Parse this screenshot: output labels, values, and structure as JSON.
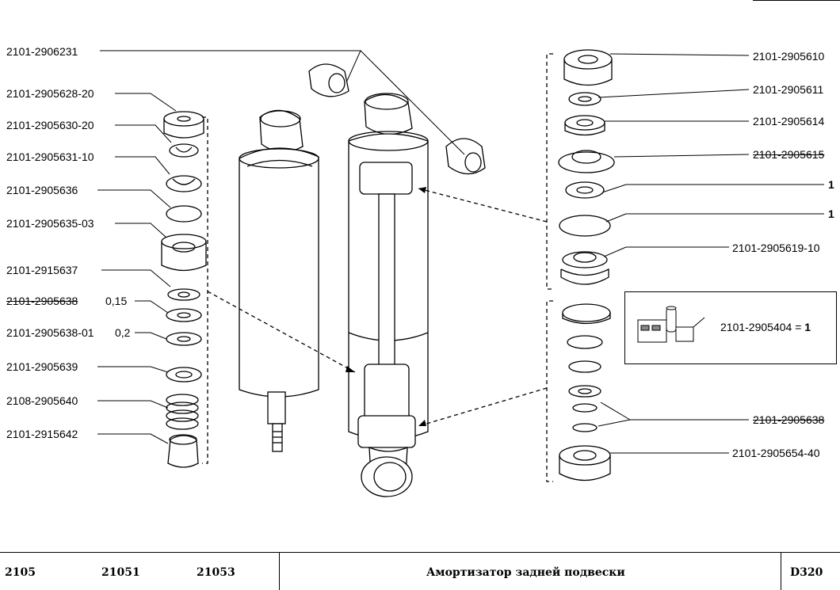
{
  "left_labels": [
    {
      "id": "l1",
      "text": "2101-2906231"
    },
    {
      "id": "l2",
      "text": "2101-2905628-20"
    },
    {
      "id": "l3",
      "text": "2101-2905630-20"
    },
    {
      "id": "l4",
      "text": "2101-2905631-10"
    },
    {
      "id": "l5",
      "text": "2101-2905636"
    },
    {
      "id": "l6",
      "text": "2101-2905635-03"
    },
    {
      "id": "l7",
      "text": "2101-2915637"
    },
    {
      "id": "l8",
      "text": "2101-2905638",
      "note": "0,15"
    },
    {
      "id": "l9",
      "text": "2101-2905638-01",
      "note": "0,2"
    },
    {
      "id": "l10",
      "text": "2101-2905639"
    },
    {
      "id": "l11",
      "text": "2108-2905640"
    },
    {
      "id": "l12",
      "text": "2101-2915642"
    }
  ],
  "right_labels": [
    {
      "id": "r1",
      "text": "2101-2905610"
    },
    {
      "id": "r2",
      "text": "2101-2905611"
    },
    {
      "id": "r3",
      "text": "2101-2905614"
    },
    {
      "id": "r4",
      "text": "2101-2905615"
    },
    {
      "id": "r5",
      "text": "1"
    },
    {
      "id": "r6",
      "text": "1"
    },
    {
      "id": "r7",
      "text": "2101-2905619-10"
    },
    {
      "id": "r8",
      "text": "2101-2905638"
    },
    {
      "id": "r9",
      "text": "2101-2905654-40"
    }
  ],
  "kit": {
    "part": "2101-2905404 =",
    "qty": "1"
  },
  "footer": {
    "models": [
      "2105",
      "21051",
      "21053"
    ],
    "title": "Амортизатор задней подвески",
    "code": "D320"
  }
}
